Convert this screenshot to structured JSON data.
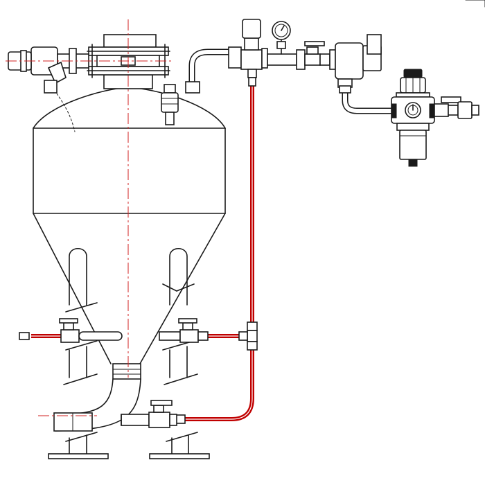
{
  "colors": {
    "background": "#ffffff",
    "line": "#1a1a1a",
    "air_line": "#c00000",
    "centerline": "#d22020"
  },
  "components": {
    "vessel": "pressure-vessel",
    "inlet_valve": "material-inlet-valve",
    "gauge": "pressure-gauge-icon",
    "regulator": "air-filter-regulator",
    "discharge": "discharge-elbow"
  }
}
